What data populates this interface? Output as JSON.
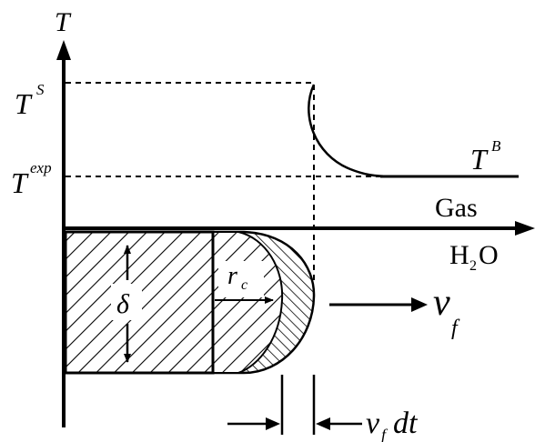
{
  "labels": {
    "axis_t": "T",
    "t_s_base": "T",
    "t_s_sup": "S",
    "t_exp_base": "T",
    "t_exp_sup": "exp",
    "t_b_base": "T",
    "t_b_sup": "B",
    "gas": "Gas",
    "h2o_h": "H",
    "h2o_sub": "2",
    "h2o_o": "O",
    "rc_base": "r",
    "rc_sub": "c",
    "delta": "δ",
    "vf_base": "v",
    "vf_sub": "f",
    "vfdt_v": "v",
    "vfdt_sub": "f",
    "vfdt_rest": "dt"
  }
}
